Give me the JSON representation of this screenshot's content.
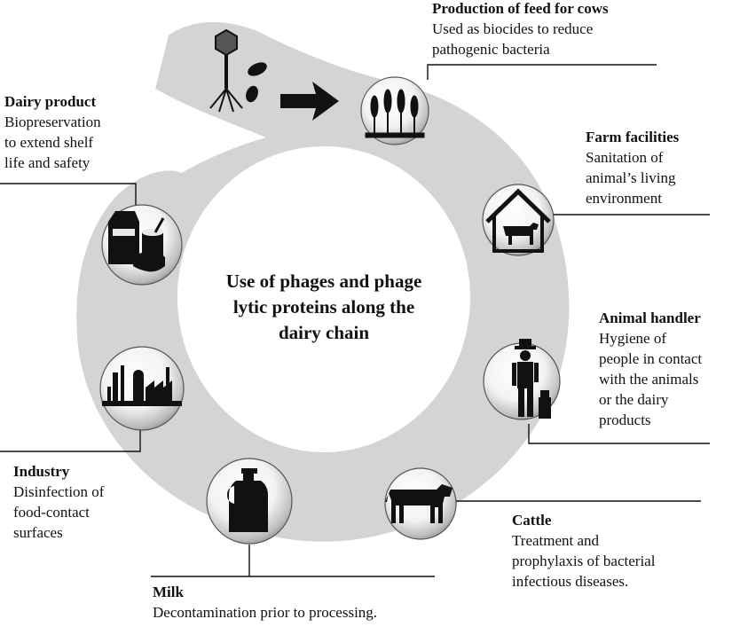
{
  "center_title": [
    "Use of phages and phage",
    "lytic proteins along the",
    "dairy chain"
  ],
  "stages": {
    "feed": {
      "title": "Production  of feed for cows",
      "desc": [
        "Used as biocides to reduce",
        "pathogenic bacteria"
      ],
      "icon": "wheat-icon"
    },
    "farm": {
      "title": "Farm facilities",
      "desc": [
        "Sanitation of",
        "animal’s living",
        "environment"
      ],
      "icon": "barn-icon"
    },
    "handler": {
      "title": "Animal handler",
      "desc": [
        "Hygiene of",
        "people in contact",
        "with the animals",
        "or the dairy",
        "products"
      ],
      "icon": "farmer-icon"
    },
    "cattle": {
      "title": "Cattle",
      "desc": [
        "Treatment and",
        "prophylaxis of bacterial",
        "infectious diseases."
      ],
      "icon": "cow-icon"
    },
    "milk": {
      "title": "Milk",
      "desc": [
        "Decontamination prior to processing."
      ],
      "icon": "milk-can-icon"
    },
    "industry": {
      "title": "Industry",
      "desc": [
        "Disinfection of",
        "food-contact",
        "surfaces"
      ],
      "icon": "factory-icon"
    },
    "dairy": {
      "title": "Dairy product",
      "desc": [
        "Biopreservation",
        "to extend shelf",
        "life and safety"
      ],
      "icon": "dairy-products-icon"
    }
  },
  "colors": {
    "ring": "#d4d4d4",
    "icon": "#111111"
  }
}
